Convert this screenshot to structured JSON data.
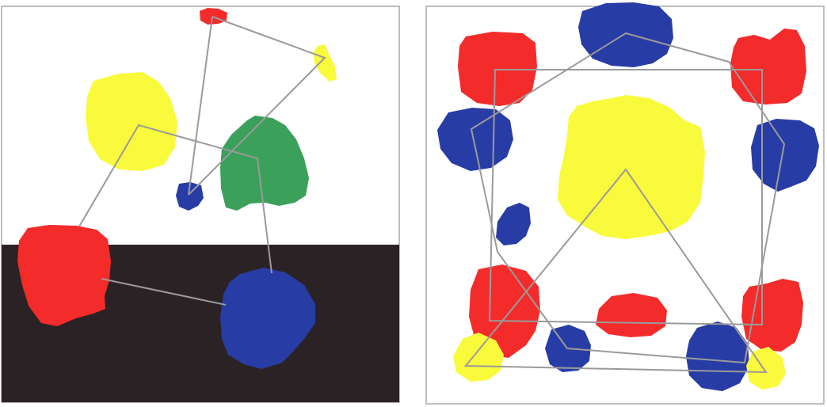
{
  "colors": {
    "background": "#ffffff",
    "frame": "#a8a8a8",
    "dark_ground": "#2b2226",
    "line": "#9a9a9a",
    "red": "#f42b2b",
    "yellow": "#fafa3c",
    "blue": "#283ca6",
    "green": "#3aa05a"
  },
  "panels": [
    {
      "id": "left",
      "blobs": [
        {
          "name": "red-blob-small-top",
          "color": "red"
        },
        {
          "name": "yellow-blob-small-right",
          "color": "yellow"
        },
        {
          "name": "yellow-blob-large",
          "color": "yellow"
        },
        {
          "name": "green-blob",
          "color": "green"
        },
        {
          "name": "blue-blob-small",
          "color": "blue"
        },
        {
          "name": "red-blob-large",
          "color": "red"
        },
        {
          "name": "blue-blob-large",
          "color": "blue"
        }
      ]
    },
    {
      "id": "right",
      "blobs": [
        {
          "name": "blue-blob-top-center",
          "color": "blue"
        },
        {
          "name": "red-blob-top-left",
          "color": "red"
        },
        {
          "name": "red-blob-top-right",
          "color": "red"
        },
        {
          "name": "blue-blob-left",
          "color": "blue"
        },
        {
          "name": "blue-blob-right",
          "color": "blue"
        },
        {
          "name": "yellow-blob-center",
          "color": "yellow"
        },
        {
          "name": "blue-blob-small-left",
          "color": "blue"
        },
        {
          "name": "red-blob-bottom-left",
          "color": "red"
        },
        {
          "name": "red-blob-bottom-right",
          "color": "red"
        },
        {
          "name": "red-blob-center-bottom",
          "color": "red"
        },
        {
          "name": "yellow-blob-bottom-left",
          "color": "yellow"
        },
        {
          "name": "blue-blob-bottom-left",
          "color": "blue"
        },
        {
          "name": "blue-blob-bottom-right",
          "color": "blue"
        },
        {
          "name": "yellow-blob-bottom-right",
          "color": "yellow"
        }
      ]
    }
  ]
}
